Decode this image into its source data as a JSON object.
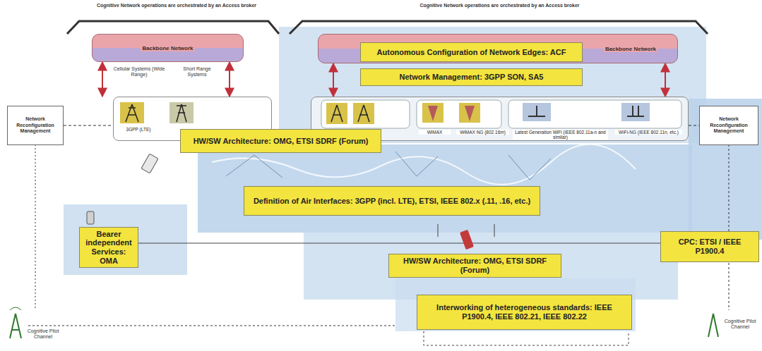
{
  "diagram": {
    "nodes": [
      {
        "text": [
          "Cognitive Network operations are orchestrated by an Access broker"
        ]
      },
      {
        "text": [
          "Backbone Network"
        ],
        "in": 0
      },
      {
        "text": [
          "3GPP (LTE)"
        ],
        "in": 0
      },
      {
        "text": [
          "Cognitive Network operations are orchestrated by an Access broker"
        ]
      },
      {
        "text": [
          "Backbone Network"
        ],
        "in": 3
      },
      {
        "text": [
          "WiMAX",
          "WiMAX NG (802.16m)",
          "Latest Generation WiFi (IEEE 802.11a-n and similar)",
          "WiFi-NG (IEEE 802.11n, etc.)"
        ],
        "in": 3
      },
      {
        "text": [
          "Network Reconfiguration Management"
        ]
      },
      {
        "text": [
          "Network Reconfiguration Management"
        ]
      },
      {
        "text": [
          "Autonomous Configuration of Network Edges: ACF"
        ]
      },
      {
        "text": [
          "Network Management: 3GPP SON, SA5"
        ]
      },
      {
        "text": [
          "HW/SW Architecture: OMG, ETSI SDRF (Forum)"
        ]
      },
      {
        "text": [
          "Definition of Air Interfaces: 3GPP (incl. LTE), ETSI, IEEE 802.x (.11, .16, etc.)"
        ]
      },
      {
        "text": [
          "Bearer independent Services: OMA"
        ]
      },
      {
        "text": [
          "CPC: ETSI / IEEE P1900.4"
        ]
      },
      {
        "text": [
          "HW/SW Architecture: OMG, ETSI SDRF (Forum)"
        ]
      },
      {
        "text": [
          "Interworking of heterogeneous standards: IEEE P1900.4, IEEE 802.21, IEEE 802.22"
        ]
      }
    ],
    "edges": [
      {
        "from": 1,
        "to": 2,
        "arrow": "both"
      },
      {
        "from": 1,
        "to": 2,
        "arrow": "both"
      },
      {
        "from": 4,
        "to": 5,
        "arrow": "both"
      },
      {
        "from": 4,
        "to": 5,
        "arrow": "both"
      },
      {
        "from": 6,
        "to": 2,
        "arrow": "none"
      },
      {
        "from": 5,
        "to": 7,
        "arrow": "none"
      }
    ],
    "labels": [
      "Cellular Systems (Wide Range)",
      "Short Range Systems",
      "Cognitive Pilot Channel",
      "Cognitive Pilot Channel"
    ]
  }
}
